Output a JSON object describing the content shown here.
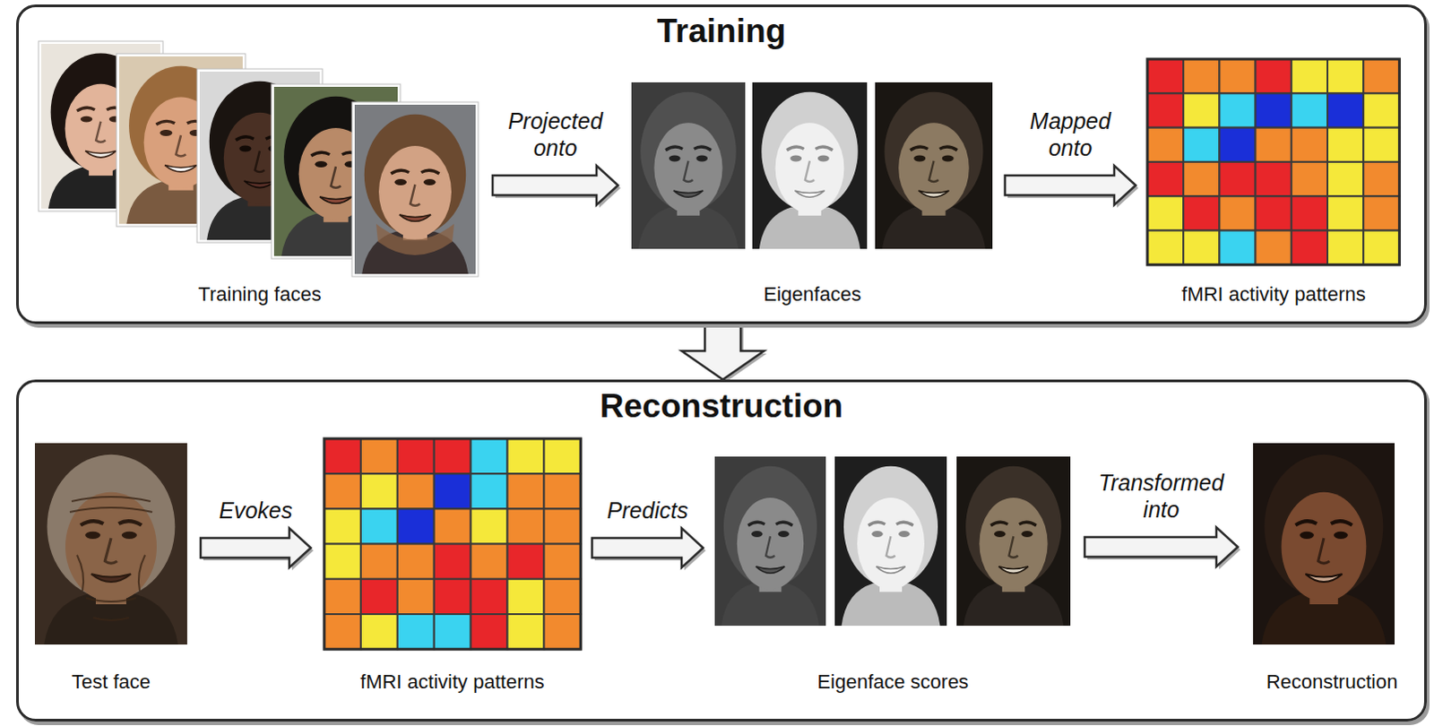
{
  "diagram": {
    "nodes": [
      {
        "text": [
          "Training"
        ]
      },
      {
        "text": [
          "Training faces"
        ],
        "in": 0
      },
      {
        "text": [
          "Eigenfaces"
        ],
        "in": 0
      },
      {
        "text": [
          "fMRI activity patterns"
        ],
        "in": 0
      },
      {
        "text": [
          "Reconstruction"
        ]
      },
      {
        "text": [
          "Test face"
        ],
        "in": 4
      },
      {
        "text": [
          "fMRI activity patterns"
        ],
        "in": 4
      },
      {
        "text": [
          "Eigenface scores"
        ],
        "in": 4
      },
      {
        "text": [
          "Reconstruction"
        ],
        "in": 4
      }
    ],
    "edges": [
      {
        "from": 1,
        "to": 2,
        "label": "Projected onto",
        "arrow": "to"
      },
      {
        "from": 2,
        "to": 3,
        "label": "Mapped onto",
        "arrow": "to"
      },
      {
        "from": 0,
        "to": 4,
        "arrow": "to"
      },
      {
        "from": 5,
        "to": 6,
        "label": "Evokes",
        "arrow": "to"
      },
      {
        "from": 6,
        "to": 7,
        "label": "Predicts",
        "arrow": "to"
      },
      {
        "from": 7,
        "to": 8,
        "label": "Transformed into",
        "arrow": "to"
      }
    ]
  }
}
